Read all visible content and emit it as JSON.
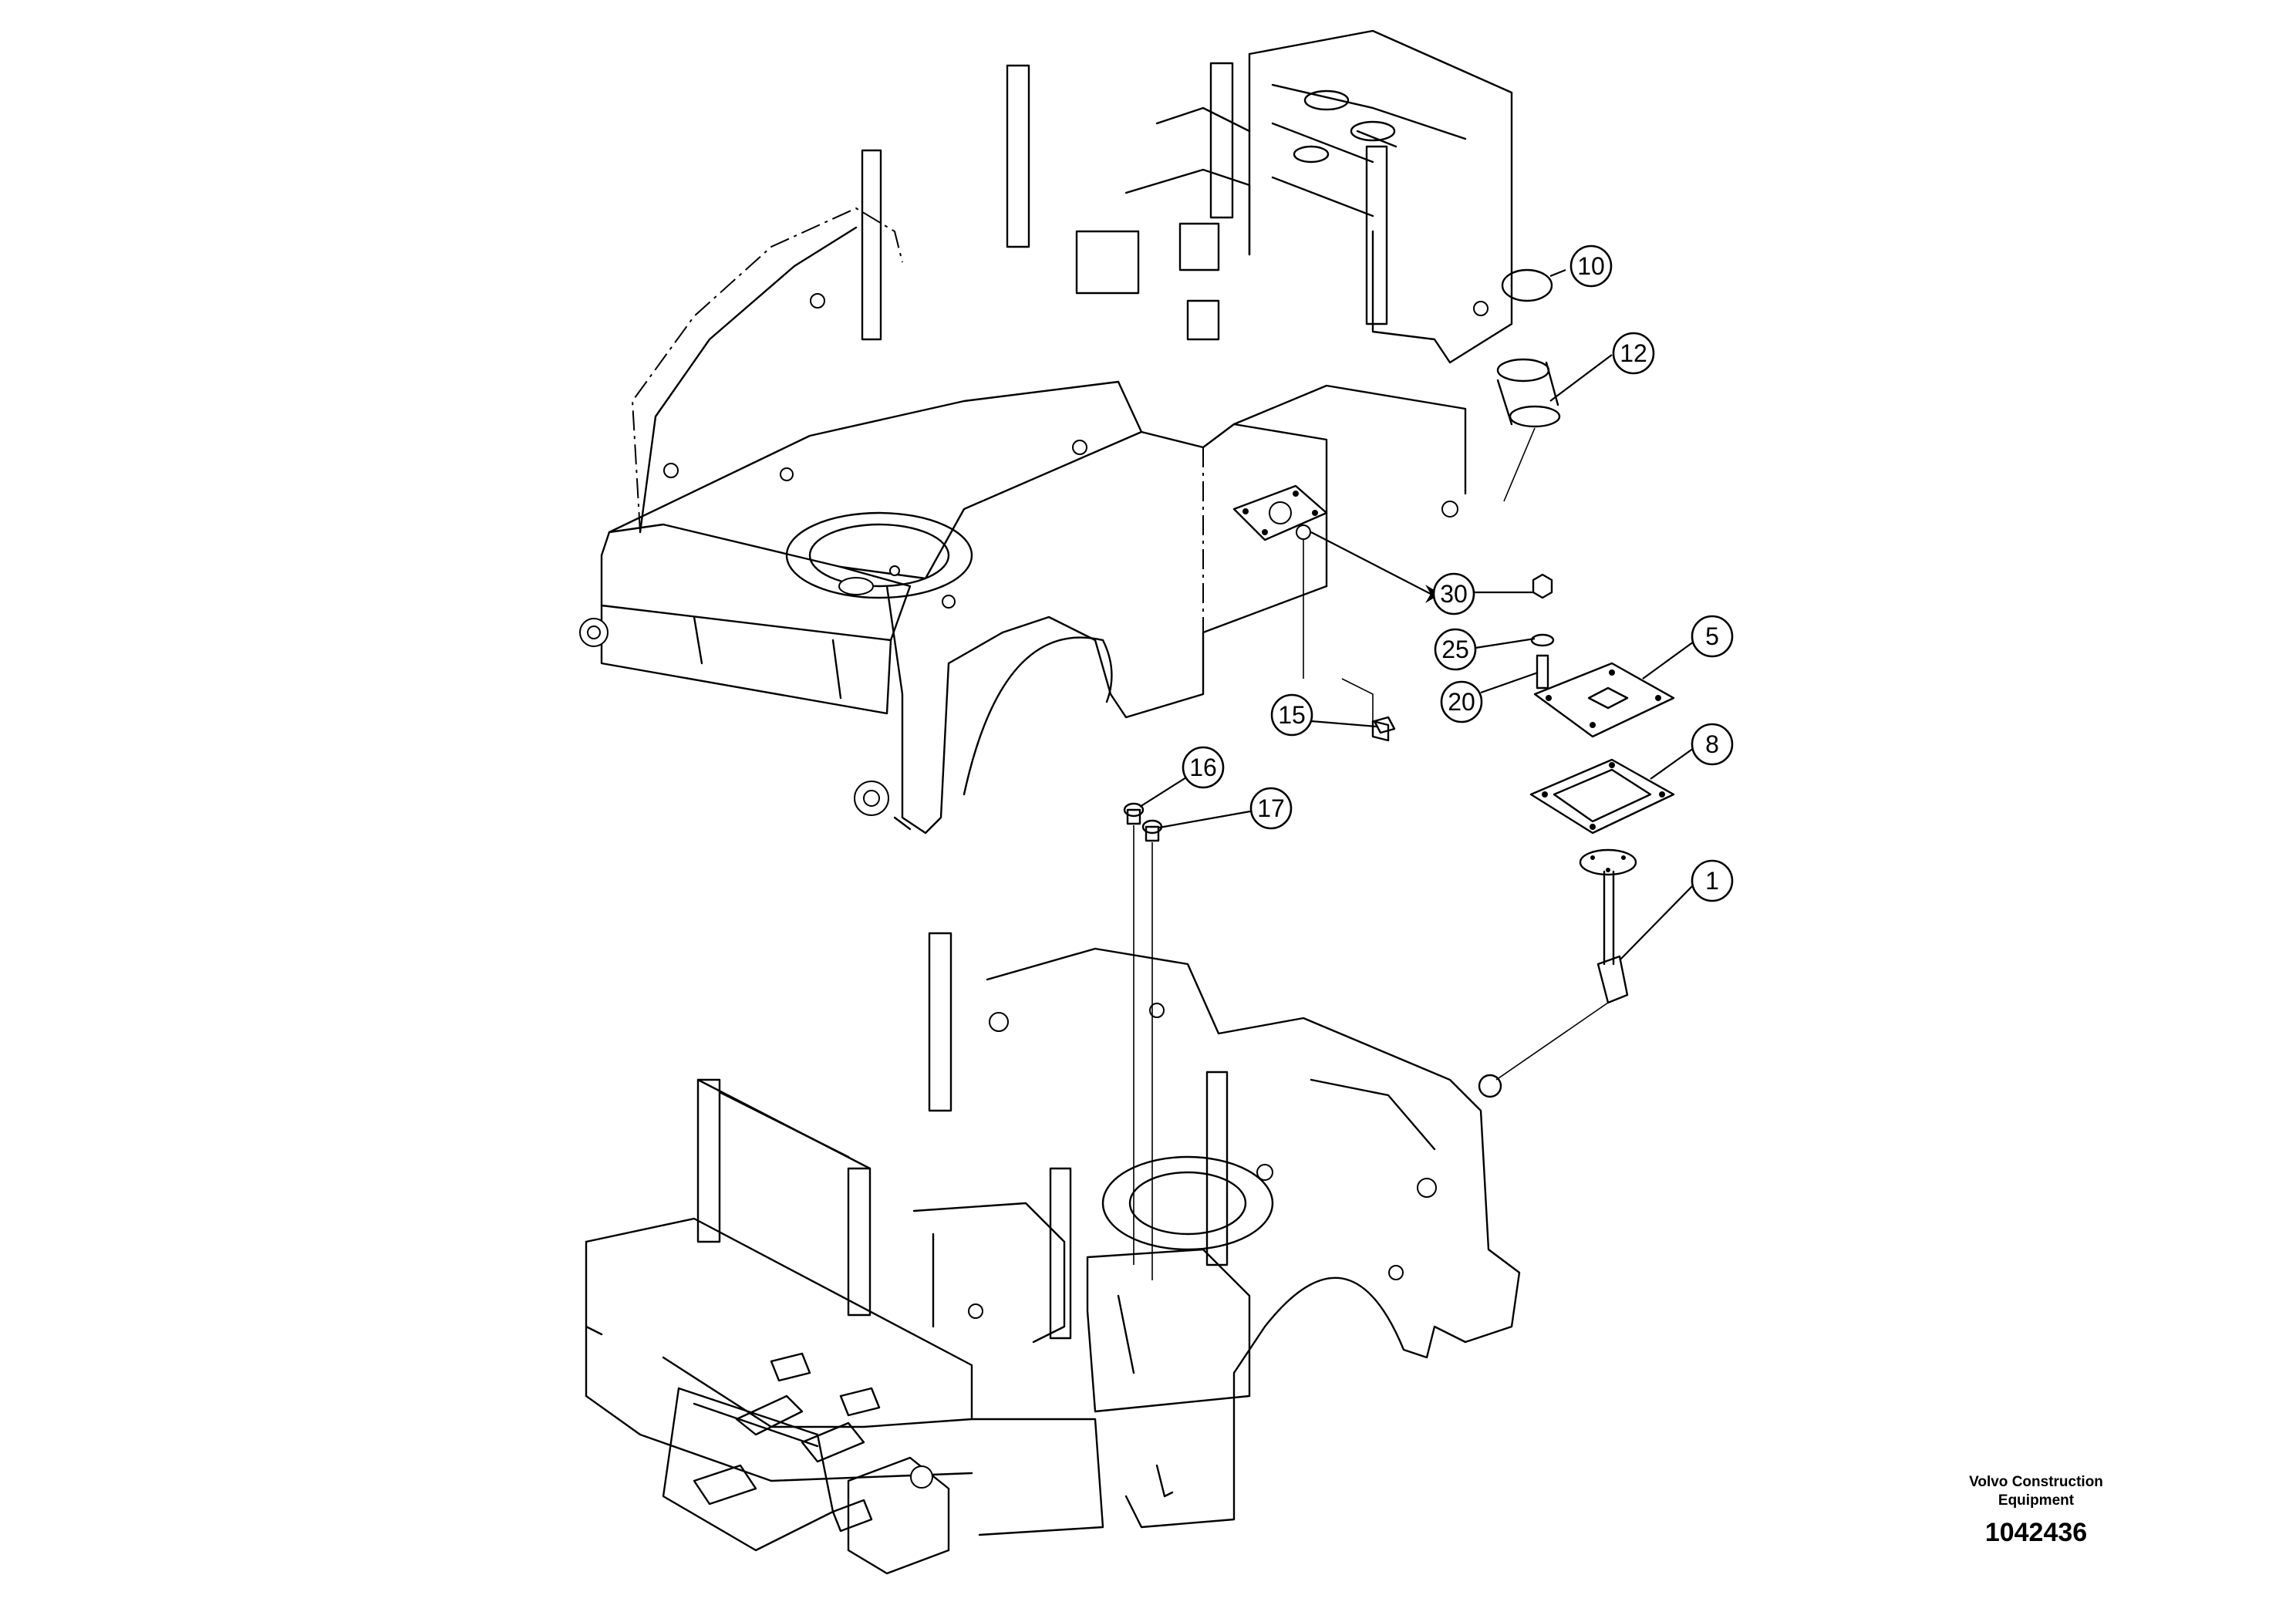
{
  "balloons": [
    {
      "id": "b10",
      "label": "10"
    },
    {
      "id": "b12",
      "label": "12"
    },
    {
      "id": "b30",
      "label": "30"
    },
    {
      "id": "b25",
      "label": "25"
    },
    {
      "id": "b20",
      "label": "20"
    },
    {
      "id": "b5",
      "label": "5"
    },
    {
      "id": "b15",
      "label": "15"
    },
    {
      "id": "b8",
      "label": "8"
    },
    {
      "id": "b16",
      "label": "16"
    },
    {
      "id": "b17",
      "label": "17"
    },
    {
      "id": "b1",
      "label": "1"
    }
  ],
  "brand": {
    "line1": "Volvo Construction",
    "line2": "Equipment"
  },
  "drawing_number": "1042436"
}
